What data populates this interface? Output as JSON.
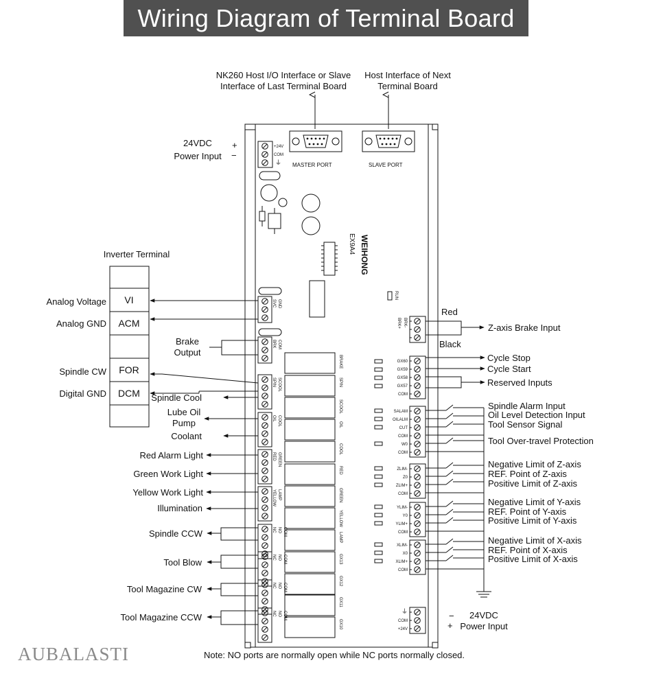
{
  "title": "Wiring Diagram of Terminal Board",
  "watermark": "AUBALASTI",
  "top": {
    "master_l1": "NK260 Host I/O Interface or Slave",
    "master_l2": "Interface of Last Terminal Board",
    "slave_l1": "Host Interface of Next",
    "slave_l2": "Terminal Board",
    "master_port": "MASTER PORT",
    "slave_port": "SLAVE PORT"
  },
  "power_top": {
    "l1": "24VDC",
    "l2": "Power Input",
    "plus": "+",
    "minus": "−",
    "pins": [
      "+24V",
      "COM",
      "⏚"
    ]
  },
  "power_bottom": {
    "l1": "24VDC",
    "l2": "Power Input",
    "minus": "−",
    "plus": "+",
    "pins": [
      "⏚",
      "COM",
      "+24V"
    ]
  },
  "board": {
    "model": "EX9A4",
    "brand": "WEIHONG",
    "run": "RUN"
  },
  "inverter": {
    "title": "Inverter Terminal",
    "cells": [
      "",
      "VI",
      "ACM",
      "",
      "FOR",
      "DCM",
      ""
    ],
    "labels": {
      "vi": "Analog Voltage",
      "acm": "Analog GND",
      "for": "Spindle CW",
      "dcm": "Digital GND"
    }
  },
  "left_outputs": {
    "brake": [
      "Brake",
      "Output"
    ],
    "spindle_cool": "Spindle Cool",
    "lube": [
      "Lube Oil",
      "Pump"
    ],
    "coolant": "Coolant",
    "red": "Red Alarm Light",
    "green": "Green Work Light",
    "yellow": "Yellow Work Light",
    "illum": "Illumination",
    "ccw": "Spindle CCW",
    "blow": "Tool Blow",
    "mag_cw": "Tool Magazine CW",
    "mag_ccw": "Tool Magazine CCW"
  },
  "left_terminal_pins": [
    [
      "SVC",
      "GND"
    ],
    [
      "BRK",
      "COM"
    ],
    [
      "SPIN",
      "SCOOL"
    ],
    [
      "OIL",
      "COOL"
    ],
    [
      "RED",
      "GREEN"
    ],
    [
      "YELLOW",
      "LAMP"
    ],
    [
      "NC",
      "NO",
      "COM"
    ],
    [
      "NC",
      "NO",
      "COM"
    ],
    [
      "NC",
      "NO",
      "COM"
    ],
    [
      "NC",
      "NO",
      "COM"
    ]
  ],
  "relay_labels": [
    "BRAKE",
    "SPIN",
    "SCOOL",
    "OIL",
    "COOL",
    "RED",
    "GREEN",
    "YELLOW",
    "LAMP",
    "GX13",
    "GX12",
    "GX11",
    "GX10"
  ],
  "right": {
    "brake_red": "Red",
    "brake_black": "Black",
    "brake_label": "Z-axis Brake Input",
    "brake_pins": [
      "BRK+",
      "BRK-"
    ],
    "gx_pins": [
      "GX60",
      "GX59",
      "GX58",
      "GX57",
      "COM"
    ],
    "cycle_stop": "Cycle Stop",
    "cycle_start": "Cycle Start",
    "reserved": "Reserved Inputs",
    "alarm_pins": [
      "SALAM",
      "OILALM",
      "CUT",
      "COM",
      "W0",
      "COM"
    ],
    "alarm_labels": [
      "Spindle Alarm Input",
      "Oil Level Detection Input",
      "Tool Sensor Signal",
      "Tool Over-travel Protection"
    ],
    "z_pins": [
      "ZLIM-",
      "Z0",
      "ZLIM+",
      "COM"
    ],
    "z_labels": [
      "Negative Limit of Z-axis",
      "REF. Point of Z-axis",
      "Positive Limit of Z-axis"
    ],
    "y_pins": [
      "YLIM-",
      "Y0",
      "YLIM+",
      "COM"
    ],
    "y_labels": [
      "Negative Limit of Y-axis",
      "REF. Point of Y-axis",
      "Positive Limit of Y-axis"
    ],
    "x_pins": [
      "XLIM-",
      "X0",
      "XLIM+",
      "COM"
    ],
    "x_labels": [
      "Negative Limit of X-axis",
      "REF. Point of X-axis",
      "Positive Limit of X-axis"
    ]
  },
  "note": "Note: NO ports are normally open while NC ports normally closed."
}
